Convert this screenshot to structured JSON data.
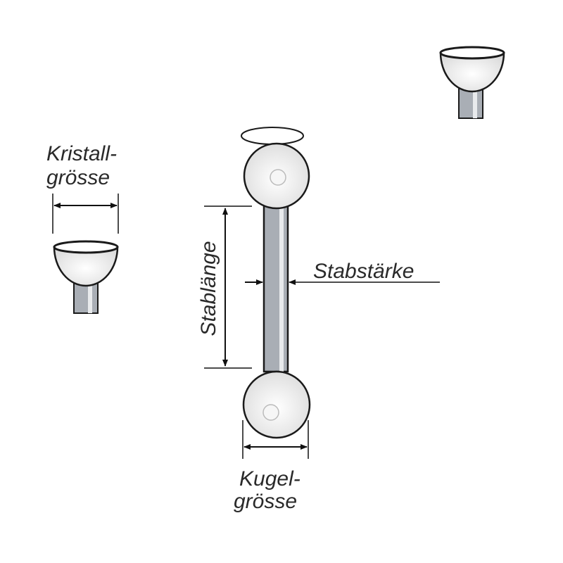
{
  "labels": {
    "crystal_size_line1": "Kristall-",
    "crystal_size_line2": "grösse",
    "rod_length": "Stablänge",
    "rod_thickness": "Stabstärke",
    "ball_size_line1": "Kugel-",
    "ball_size_line2": "grösse"
  },
  "colors": {
    "rod": "#a9aeb5",
    "outline": "#1a1a1a",
    "ball_fill": "#f4f4f4"
  }
}
